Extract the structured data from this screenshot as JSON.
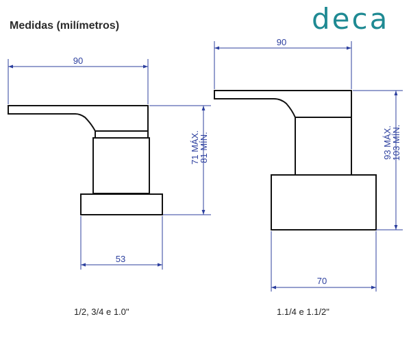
{
  "title": "Medidas (milímetros)",
  "logo": {
    "text": "deca",
    "color": "#1f8a93"
  },
  "colors": {
    "dimension": "#2c3f9e",
    "outline": "#111111"
  },
  "left_part": {
    "caption": "1/2, 3/4 e 1.0\"",
    "width_label": "90",
    "base_label": "53",
    "height_max_label": "71 MÁX.",
    "height_min_label": "81 MÍN."
  },
  "right_part": {
    "caption": "1.1/4 e 1.1/2\"",
    "width_label": "90",
    "base_label": "70",
    "height_max_label": "93 MÁX.",
    "height_min_label": "103 MÍN."
  }
}
